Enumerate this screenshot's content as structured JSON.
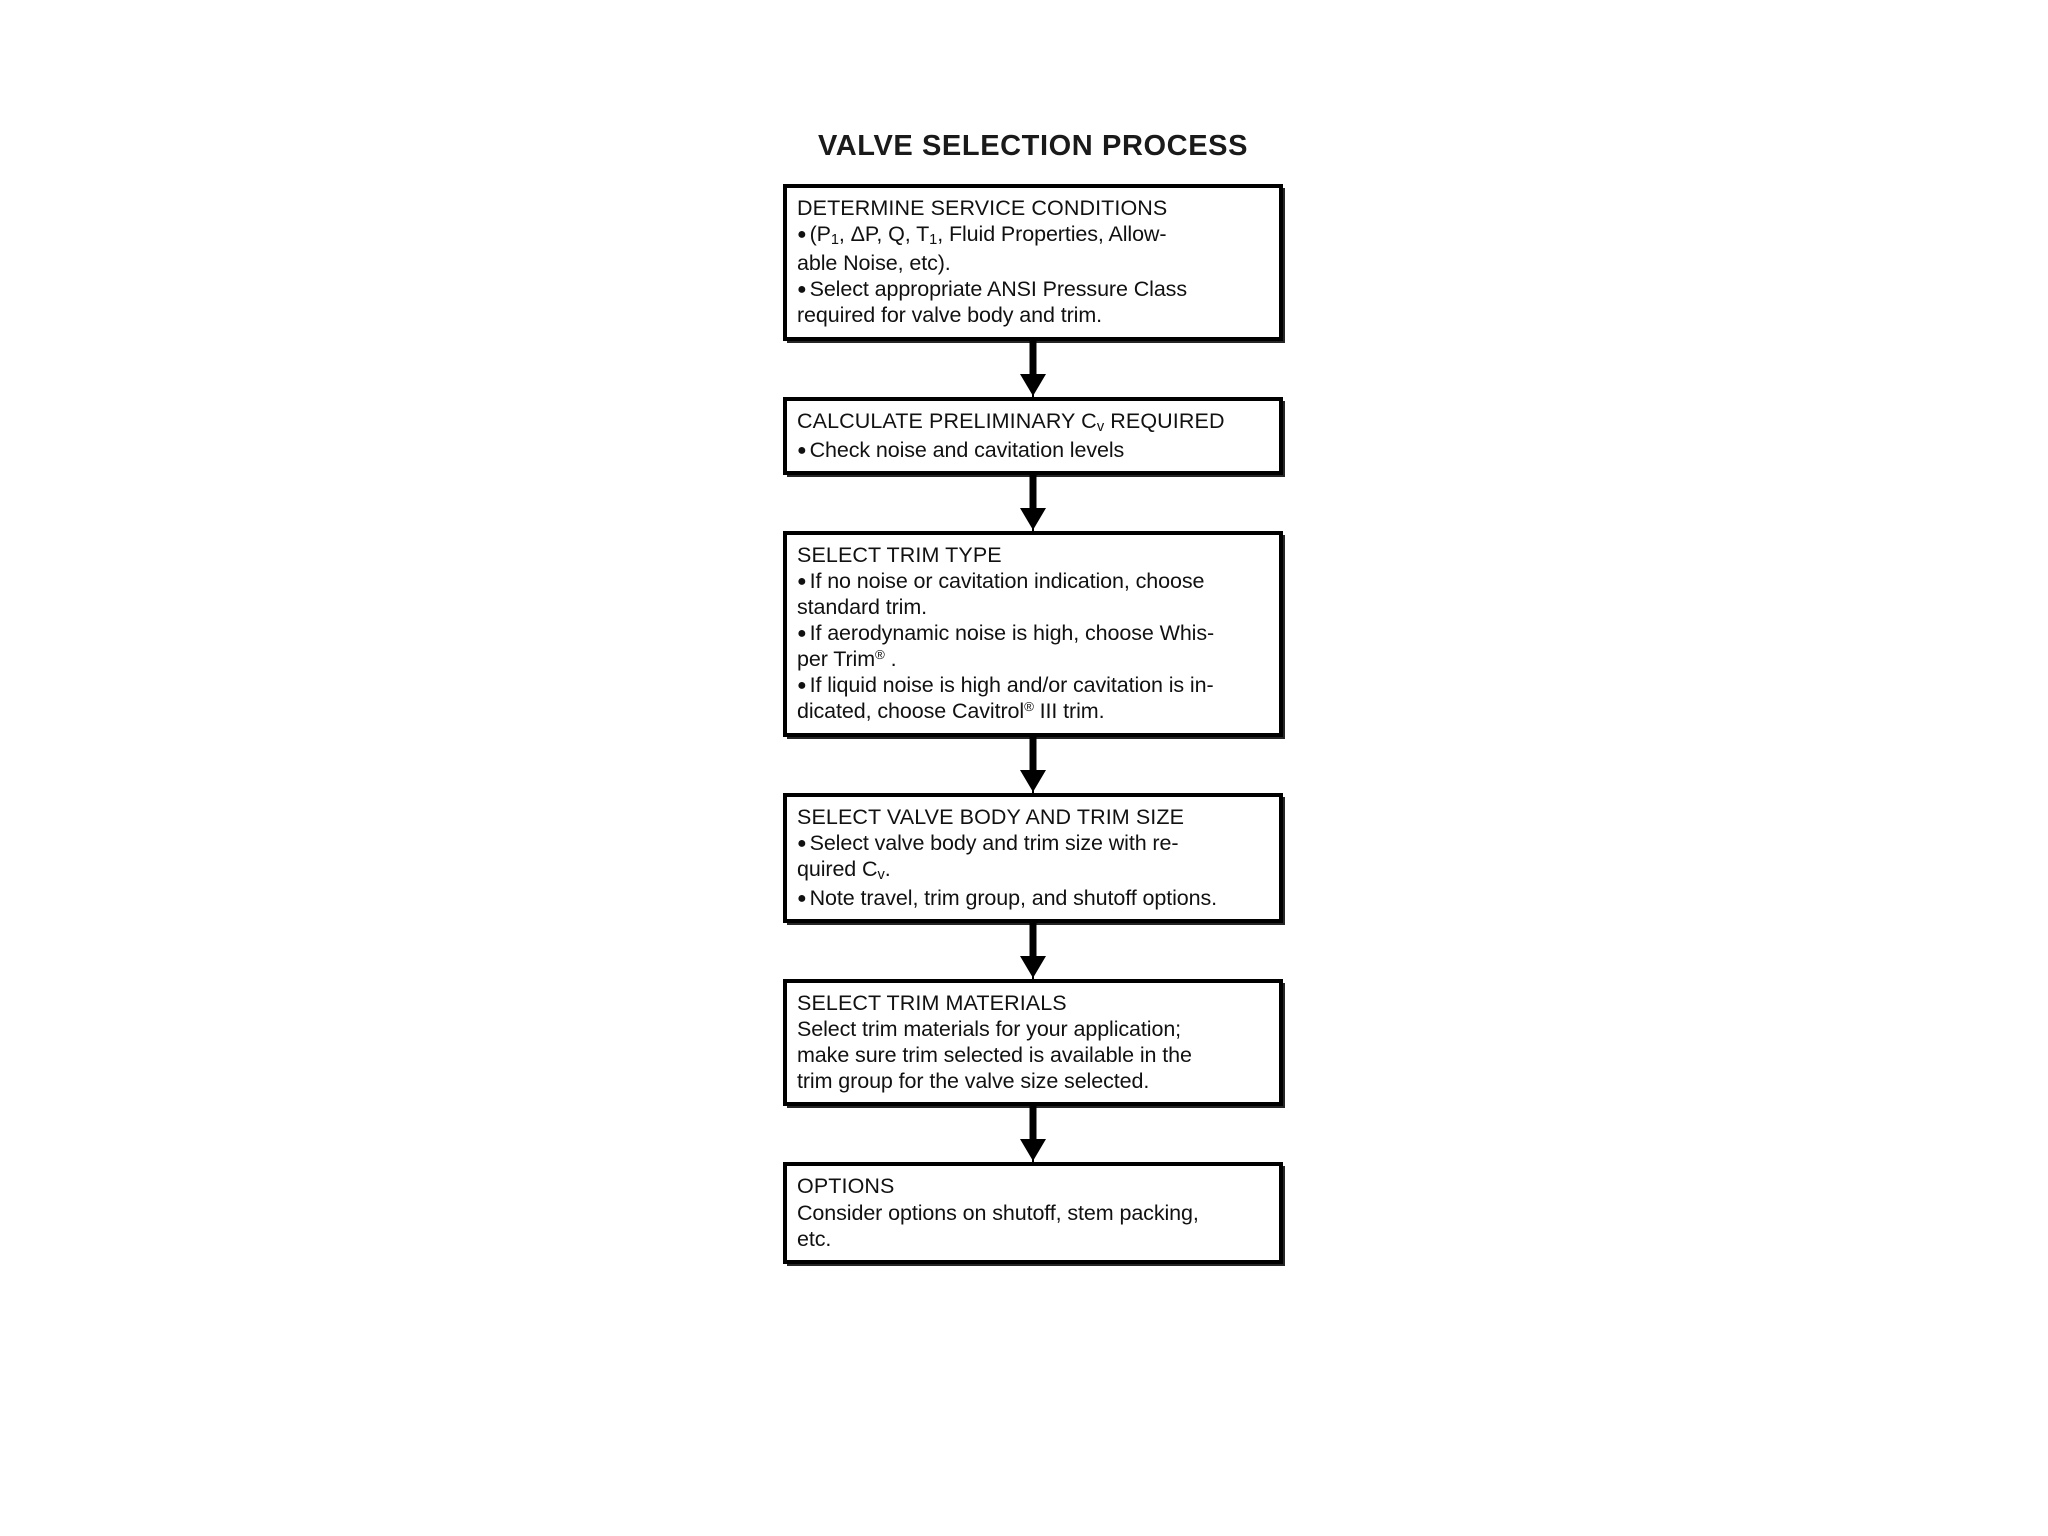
{
  "document": {
    "title": "VALVE SELECTION PROCESS",
    "type": "flowchart",
    "background_color": "#ffffff",
    "line_color": "#000000"
  },
  "flow": {
    "steps": [
      {
        "id": "determine-service-conditions",
        "heading": "DETERMINE SERVICE CONDITIONS",
        "lines": [
          {
            "bullet": true,
            "text": "(P₁, ΔP, Q, T₁, Fluid Properties, Allow-"
          },
          {
            "bullet": false,
            "text": "able Noise, etc)."
          },
          {
            "bullet": true,
            "text": "Select appropriate ANSI Pressure Class"
          },
          {
            "bullet": false,
            "text": "required for valve body and trim."
          }
        ]
      },
      {
        "id": "calculate-preliminary-cv-required",
        "heading": "CALCULATE PRELIMINARY Cv REQUIRED",
        "lines": [
          {
            "bullet": true,
            "text": "Check noise and cavitation levels"
          }
        ]
      },
      {
        "id": "select-trim-type",
        "heading": "SELECT TRIM TYPE",
        "lines": [
          {
            "bullet": true,
            "text": "If no noise or cavitation indication, choose"
          },
          {
            "bullet": false,
            "text": "standard trim."
          },
          {
            "bullet": true,
            "text": "If aerodynamic noise is high, choose Whis-"
          },
          {
            "bullet": false,
            "text": "per Trim® ."
          },
          {
            "bullet": true,
            "text": "If liquid noise is high and/or cavitation is in-"
          },
          {
            "bullet": false,
            "text": "dicated, choose Cavitrol® III trim."
          }
        ]
      },
      {
        "id": "select-valve-body-and-trim-size",
        "heading": "SELECT VALVE BODY AND TRIM SIZE",
        "lines": [
          {
            "bullet": true,
            "text": "Select valve body and trim size with re-"
          },
          {
            "bullet": false,
            "text": "quired Cv."
          },
          {
            "bullet": true,
            "text": "Note travel, trim group, and shutoff options."
          }
        ]
      },
      {
        "id": "select-trim-materials",
        "heading": "SELECT TRIM MATERIALS",
        "lines": [
          {
            "bullet": false,
            "text": "Select trim materials for your application;"
          },
          {
            "bullet": false,
            "text": "make sure trim selected is available in the"
          },
          {
            "bullet": false,
            "text": "trim group for the valve size selected."
          }
        ]
      },
      {
        "id": "options",
        "heading": "OPTIONS",
        "lines": [
          {
            "bullet": false,
            "text": "Consider options on shutoff, stem packing,"
          },
          {
            "bullet": false,
            "text": "etc."
          }
        ]
      }
    ],
    "connector_count": 5,
    "connector_direction": "down"
  }
}
